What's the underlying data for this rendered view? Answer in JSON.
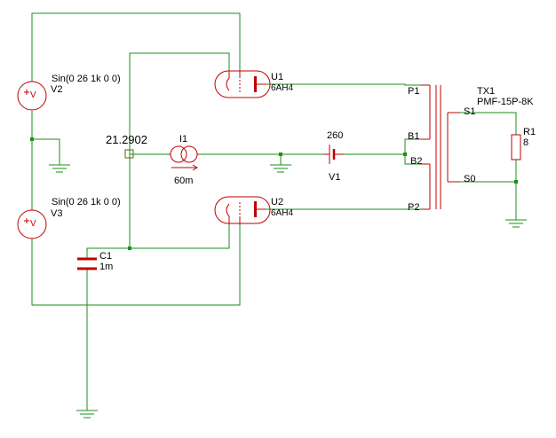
{
  "colors": {
    "wire": "#1a8f1a",
    "component": "#c00000",
    "text": "#000000",
    "background": "#ffffff"
  },
  "sources": {
    "v2": {
      "name": "V2",
      "params": "Sin(0 26 1k 0 0)"
    },
    "v3": {
      "name": "V3",
      "params": "Sin(0 26 1k 0 0)"
    },
    "v1": {
      "name": "V1",
      "value": "260"
    },
    "i1": {
      "name": "I1",
      "value": "60m"
    }
  },
  "tubes": {
    "u1": {
      "name": "U1",
      "model": "6AH4"
    },
    "u2": {
      "name": "U2",
      "model": "6AH4"
    }
  },
  "transformer": {
    "name": "TX1",
    "model": "PMF-15P-8K",
    "pins": {
      "p1": "P1",
      "b1": "B1",
      "b2": "B2",
      "p2": "P2",
      "s1": "S1",
      "s0": "S0"
    }
  },
  "resistor": {
    "name": "R1",
    "value": "8"
  },
  "capacitor": {
    "name": "C1",
    "value": "1m"
  },
  "probe": {
    "value": "21.2902"
  }
}
